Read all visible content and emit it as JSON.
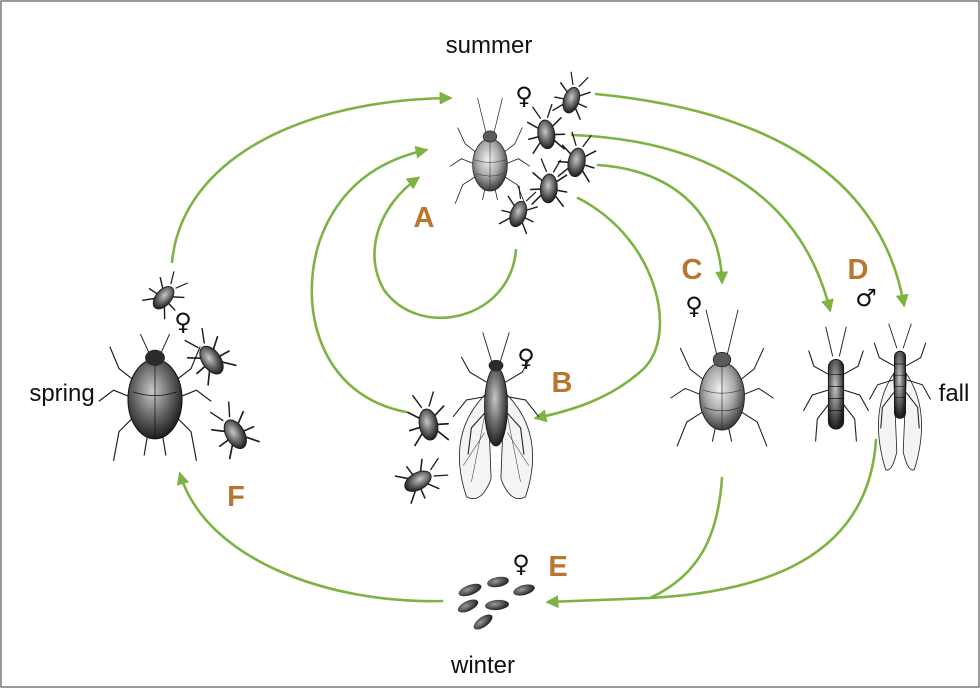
{
  "seasons": {
    "summer": "summer",
    "spring": "spring",
    "fall": "fall",
    "winter": "winter"
  },
  "stages": {
    "A": "A",
    "B": "B",
    "C": "C",
    "D": "D",
    "E": "E",
    "F": "F"
  },
  "symbols": {
    "female": "♀",
    "male": "♂"
  },
  "colors": {
    "arrow": "#7cb342",
    "letter": "#b8762e",
    "border": "#555555"
  }
}
